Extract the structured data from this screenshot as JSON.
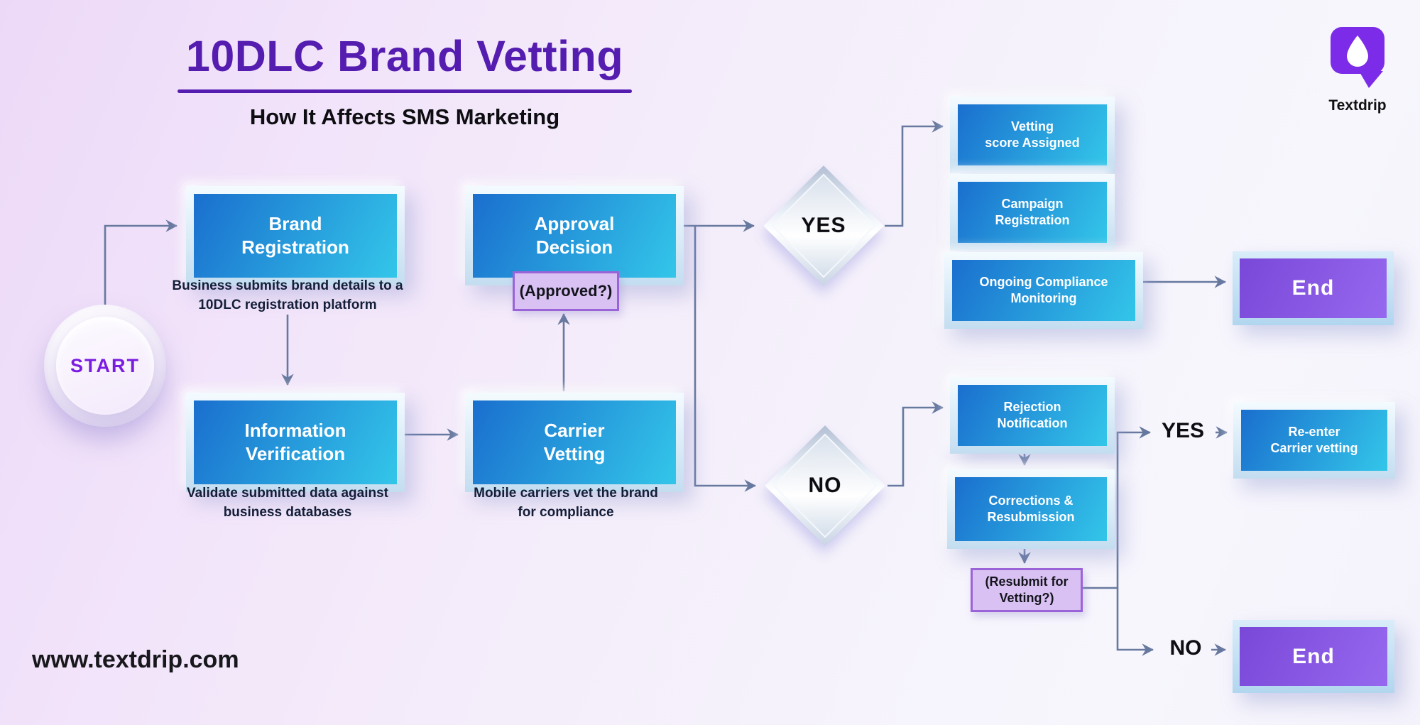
{
  "header": {
    "title": "10DLC Brand Vetting",
    "subtitle": "How It Affects SMS Marketing"
  },
  "brand": {
    "name": "Textdrip"
  },
  "start": {
    "label": "START"
  },
  "nodes": {
    "brand_registration": {
      "label": "Brand\nRegistration",
      "caption": "Business submits brand details to a\n10DLC registration platform"
    },
    "information_verification": {
      "label": "Information\nVerification",
      "caption": "Validate submitted data against\nbusiness databases"
    },
    "approval_decision": {
      "label": "Approval\nDecision"
    },
    "approved_note": {
      "label": "(Approved?)"
    },
    "carrier_vetting": {
      "label": "Carrier\nVetting",
      "caption": "Mobile carriers vet the brand\nfor compliance"
    },
    "decision_yes": {
      "label": "YES"
    },
    "decision_no": {
      "label": "NO"
    },
    "vetting_score": {
      "label": "Vetting\nscore Assigned"
    },
    "campaign_registration": {
      "label": "Campaign\nRegistration"
    },
    "ongoing_compliance": {
      "label": "Ongoing Compliance\nMonitoring"
    },
    "end_top": {
      "label": "End"
    },
    "rejection_notification": {
      "label": "Rejection\nNotification"
    },
    "corrections_resubmission": {
      "label": "Corrections &\nResubmission"
    },
    "resubmit_note": {
      "label": "(Resubmit for\nVetting?)"
    },
    "branch_yes": {
      "label": "YES"
    },
    "branch_no": {
      "label": "NO"
    },
    "reenter_carrier": {
      "label": "Re-enter\nCarrier vetting"
    },
    "end_bottom": {
      "label": "End"
    }
  },
  "footer": {
    "url": "www.textdrip.com"
  },
  "colors": {
    "accent_purple": "#551cb0",
    "node_blue_start": "#1a6fce",
    "node_blue_end": "#33c6e9",
    "end_purple_start": "#7a48d8",
    "end_purple_end": "#9668ef",
    "note_bg": "#d9c2f3",
    "note_border": "#9a63d8",
    "connector": "#67799f",
    "start_text": "#7a1ce0",
    "logo_purple": "#7c2ce8"
  }
}
